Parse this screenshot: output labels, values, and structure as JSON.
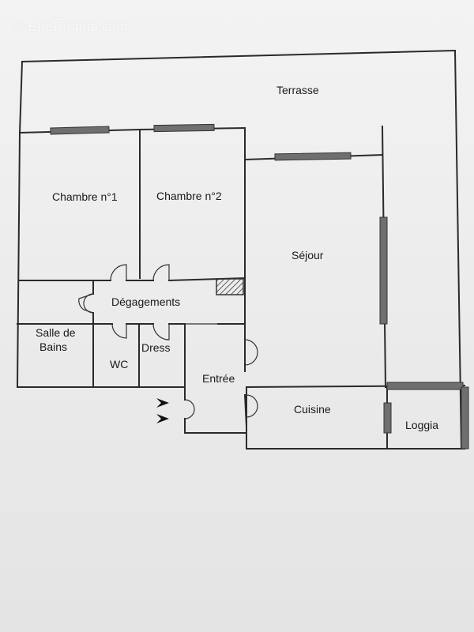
{
  "watermark": "© EtreProprio.com",
  "rooms": {
    "terrasse": "Terrasse",
    "chambre1": "Chambre n°1",
    "chambre2": "Chambre n°2",
    "sejour": "Séjour",
    "degagements": "Dégagements",
    "salle_de_bains_line1": "Salle de",
    "salle_de_bains_line2": "Bains",
    "wc": "WC",
    "dress": "Dress",
    "entree": "Entrée",
    "cuisine": "Cuisine",
    "loggia": "Loggia"
  },
  "colors": {
    "wall": "#2a2a2a",
    "window": "#6f6f6f",
    "paper": "#efefef"
  }
}
